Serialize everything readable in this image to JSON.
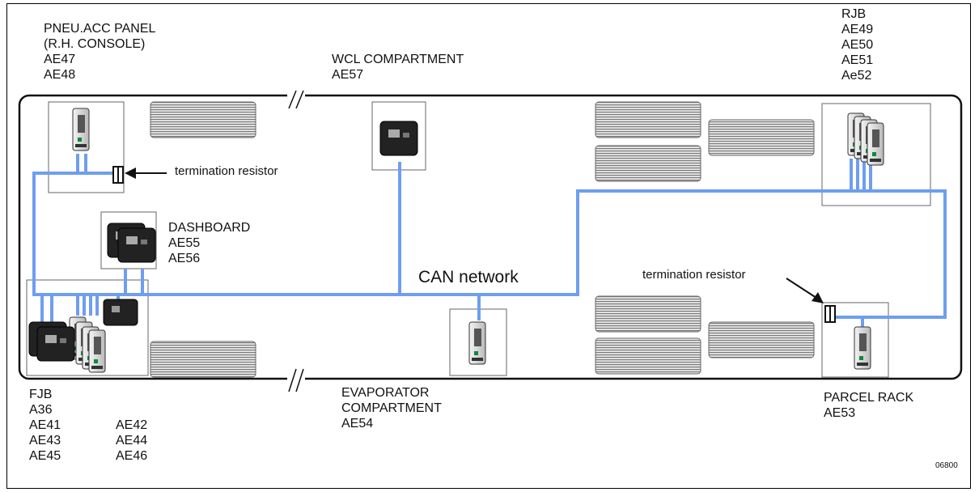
{
  "labels": {
    "pneu_panel": [
      "PNEU.ACC PANEL",
      "(R.H. CONSOLE)",
      "AE47",
      "AE48"
    ],
    "wcl": [
      "WCL COMPARTMENT",
      "AE57"
    ],
    "rjb": [
      "RJB",
      "AE49",
      "AE50",
      "AE51",
      "Ae52"
    ],
    "termination_left": "termination resistor",
    "termination_right": "termination resistor",
    "dashboard": [
      "DASHBOARD",
      "AE55",
      "AE56"
    ],
    "can_network": "CAN network",
    "fjb_col1": [
      "FJB",
      "A36",
      "AE41",
      "AE43",
      "AE45"
    ],
    "fjb_col2": [
      "AE42",
      "AE44",
      "AE46"
    ],
    "evaporator": [
      "EVAPORATOR",
      "COMPARTMENT",
      "AE54"
    ],
    "parcel_rack": [
      "PARCEL RACK",
      "AE53"
    ],
    "figure_ref": "06800"
  },
  "colors": {
    "can_bus": "#6e9ef0",
    "outline": "#111111",
    "vent_fill": "#b8b8b8"
  }
}
